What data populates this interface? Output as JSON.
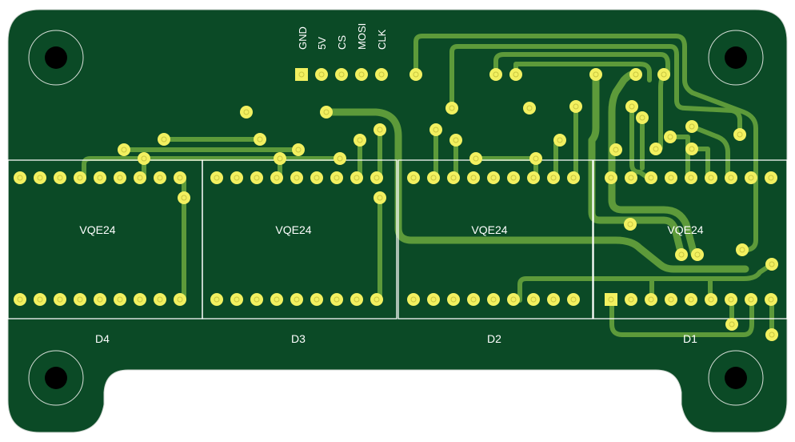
{
  "colors": {
    "board": "#0b4a26",
    "trace": "#5d9a3a",
    "pad": "#f2f060",
    "hole": "#000000",
    "silkscreen": "#ffffff"
  },
  "header": {
    "pins": [
      "GND",
      "5V",
      "CS",
      "MOSI",
      "CLK"
    ]
  },
  "modules": [
    {
      "designator": "D1",
      "part": "VQE24"
    },
    {
      "designator": "D2",
      "part": "VQE24"
    },
    {
      "designator": "D3",
      "part": "VQE24"
    },
    {
      "designator": "D4",
      "part": "VQE24"
    }
  ],
  "mounting_holes": [
    {
      "name": "top-left"
    },
    {
      "name": "top-right"
    },
    {
      "name": "bottom-left"
    },
    {
      "name": "bottom-right"
    }
  ]
}
